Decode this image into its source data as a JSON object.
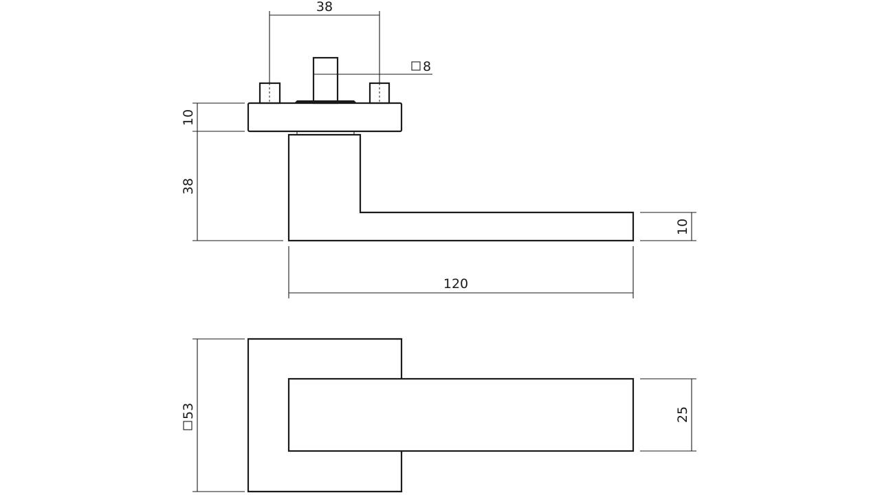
{
  "drawing": {
    "side_view": {
      "dim_screw_spacing": "38",
      "dim_spindle_square": "8",
      "dim_rose_thickness": "10",
      "dim_lever_height": "38",
      "dim_lever_thickness": "10",
      "dim_lever_length": "120"
    },
    "top_view": {
      "dim_rose_square": "53",
      "dim_lever_width": "25"
    }
  }
}
